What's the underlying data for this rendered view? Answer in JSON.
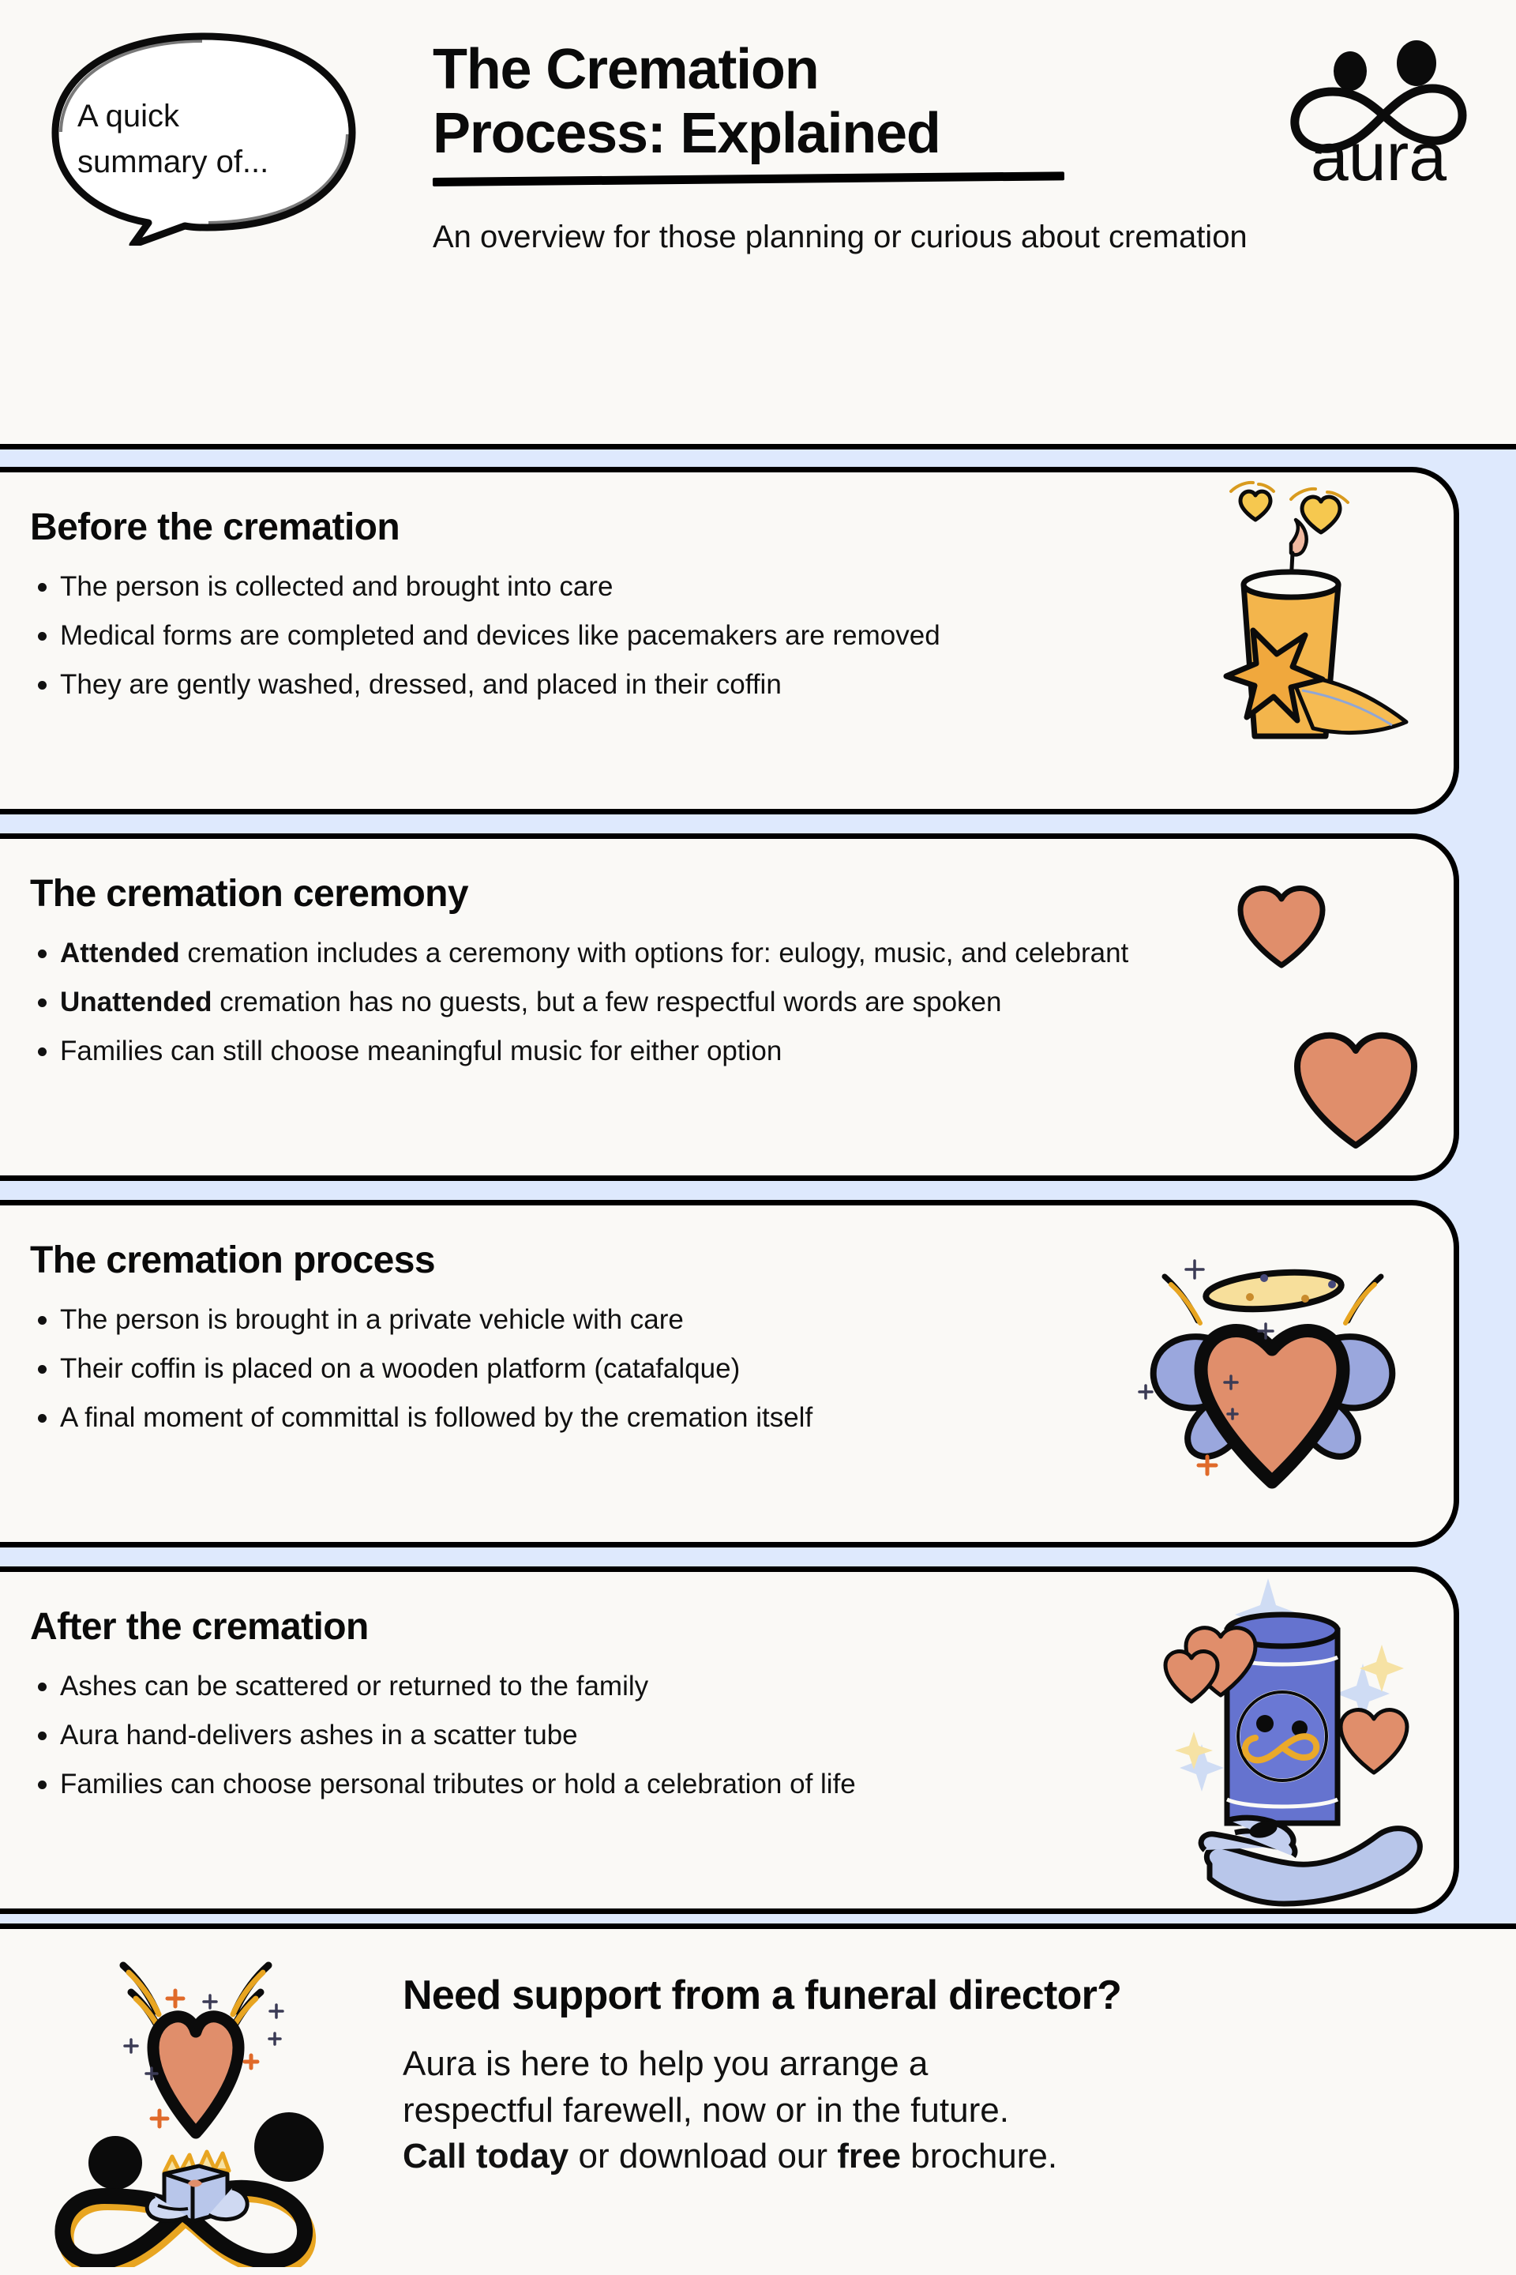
{
  "header": {
    "bubble_text": "A quick summary of...",
    "title_line1": "The Cremation",
    "title_line2": "Process: Explained",
    "subtitle": "An overview for those planning or curious about cremation",
    "logo_wordmark": "aura"
  },
  "cards": [
    {
      "title": "Before the cremation",
      "art": "candle-star-hearts-illustration",
      "bullets": [
        {
          "lead": "",
          "text": "The person is collected and brought into care"
        },
        {
          "lead": "",
          "text": "Medical forms are completed and devices like pacemakers are removed"
        },
        {
          "lead": "",
          "text": "They are gently washed, dressed, and placed in their coffin"
        }
      ]
    },
    {
      "title": "The cremation ceremony",
      "art": "two-hearts-illustration",
      "bullets": [
        {
          "lead": "Attended",
          "text": " cremation includes a ceremony with options for: eulogy, music, and celebrant"
        },
        {
          "lead": "Unattended",
          "text": " cremation has no guests, but a few respectful words are spoken"
        },
        {
          "lead": "",
          "text": "Families can still choose meaningful music for either option"
        }
      ]
    },
    {
      "title": "The cremation process",
      "art": "winged-heart-halo-illustration",
      "bullets": [
        {
          "lead": "",
          "text": "The person is brought in a private vehicle with care"
        },
        {
          "lead": "",
          "text": "Their coffin is placed on a wooden platform (catafalque)"
        },
        {
          "lead": "",
          "text": "A final moment of committal is followed by the cremation itself"
        }
      ]
    },
    {
      "title": "After the cremation",
      "art": "scatter-tube-in-hand-illustration",
      "bullets": [
        {
          "lead": "",
          "text": "Ashes can be scattered or returned to the family"
        },
        {
          "lead": "",
          "text": "Aura hand-delivers ashes in a scatter tube"
        },
        {
          "lead": "",
          "text": "Families can choose personal tributes or hold a celebration of life"
        }
      ]
    }
  ],
  "footer": {
    "art": "aura-infinity-gift-heart-illustration",
    "title": "Need support from a funeral director?",
    "line1": "Aura is here to help you arrange a",
    "line2": "respectful farewell,  now or in the future.",
    "line3_bold1": "Call today",
    "line3_mid": " or download our ",
    "line3_bold2": "free",
    "line3_end": " brochure."
  },
  "colors": {
    "page_background": "#faf9f6",
    "band_blue": "#dee9fd",
    "outline_black": "#000000",
    "heart_salmon": "#e08e6b",
    "candle_amber": "#f5b949",
    "tube_blue": "#6573cf",
    "wing_periwinkle": "#9aa7dd",
    "gold_accent": "#e8a521"
  }
}
